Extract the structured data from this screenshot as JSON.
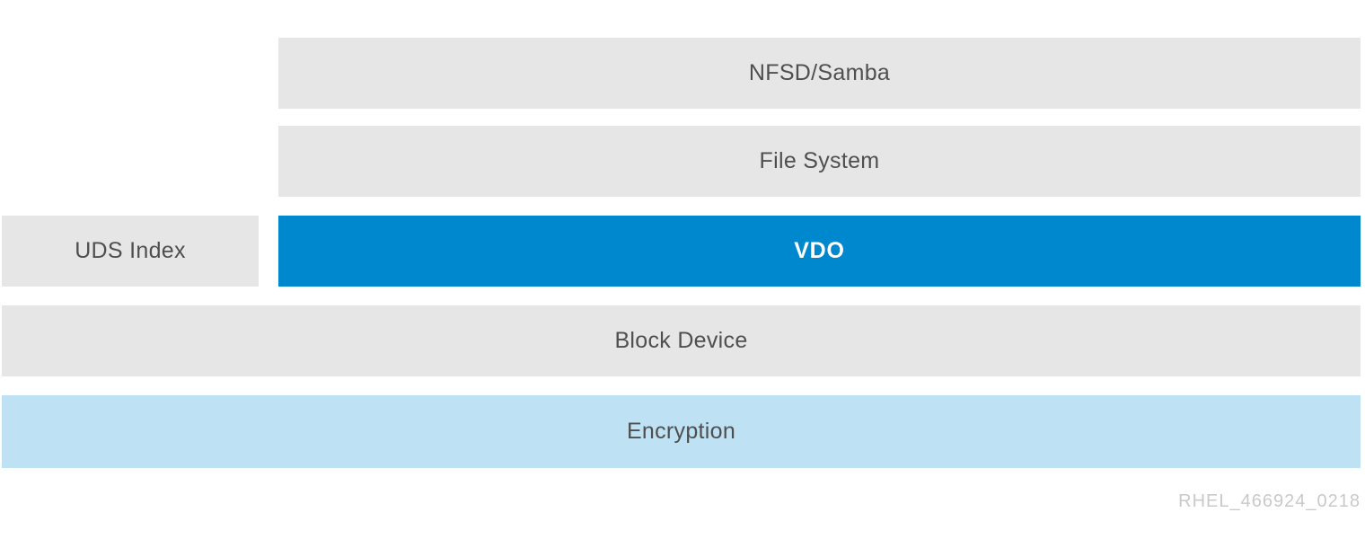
{
  "colors": {
    "bar-gray": "#e6e6e6",
    "bar-blue": "#0088ce",
    "bar-light-blue": "#bee1f4",
    "text-dark": "#4f4f4f",
    "text-white": "#ffffff",
    "watermark-gray": "#c9c9c9"
  },
  "layers": {
    "nfsd_samba": "NFSD/Samba",
    "file_system": "File System",
    "uds_index": "UDS Index",
    "vdo": "VDO",
    "block_device": "Block Device",
    "encryption": "Encryption"
  },
  "watermark": "RHEL_466924_0218"
}
